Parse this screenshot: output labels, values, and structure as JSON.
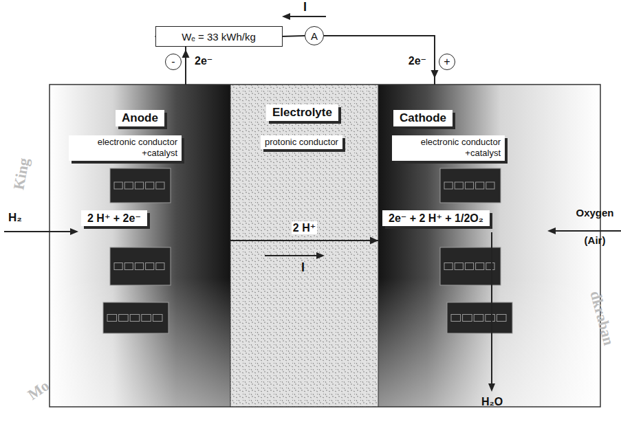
{
  "diagram": {
    "nodes": [
      {
        "text": [
          "Anode",
          "electronic conductor +catalyst"
        ]
      },
      {
        "text": [
          "Electrolyte",
          "protonic conductor"
        ]
      },
      {
        "text": [
          "Cathode",
          "electronic conductor +catalyst"
        ]
      },
      {
        "text": [
          "Wₑ = 33 kWh/kg"
        ]
      },
      {
        "text": [
          "A"
        ]
      },
      {
        "text": [
          "-"
        ]
      },
      {
        "text": [
          "+"
        ]
      }
    ],
    "edges": [
      {
        "from": 0,
        "to": 3,
        "label": "2e⁻",
        "arrow": "to"
      },
      {
        "from": 3,
        "to": 4,
        "arrow": "none"
      },
      {
        "from": 4,
        "to": 2,
        "label": "2e⁻",
        "arrow": "to"
      },
      {
        "from": 0,
        "to": 2,
        "label": "2 H⁺",
        "arrow": "to"
      }
    ],
    "labels": [
      "I",
      "H₂",
      "2 H⁺ + 2e⁻",
      "2e⁻ + 2 H⁺ + 1/2O₂",
      "Oxygen (Air)",
      "H₂O",
      "I",
      "King",
      "Mo",
      "dkraban"
    ]
  }
}
